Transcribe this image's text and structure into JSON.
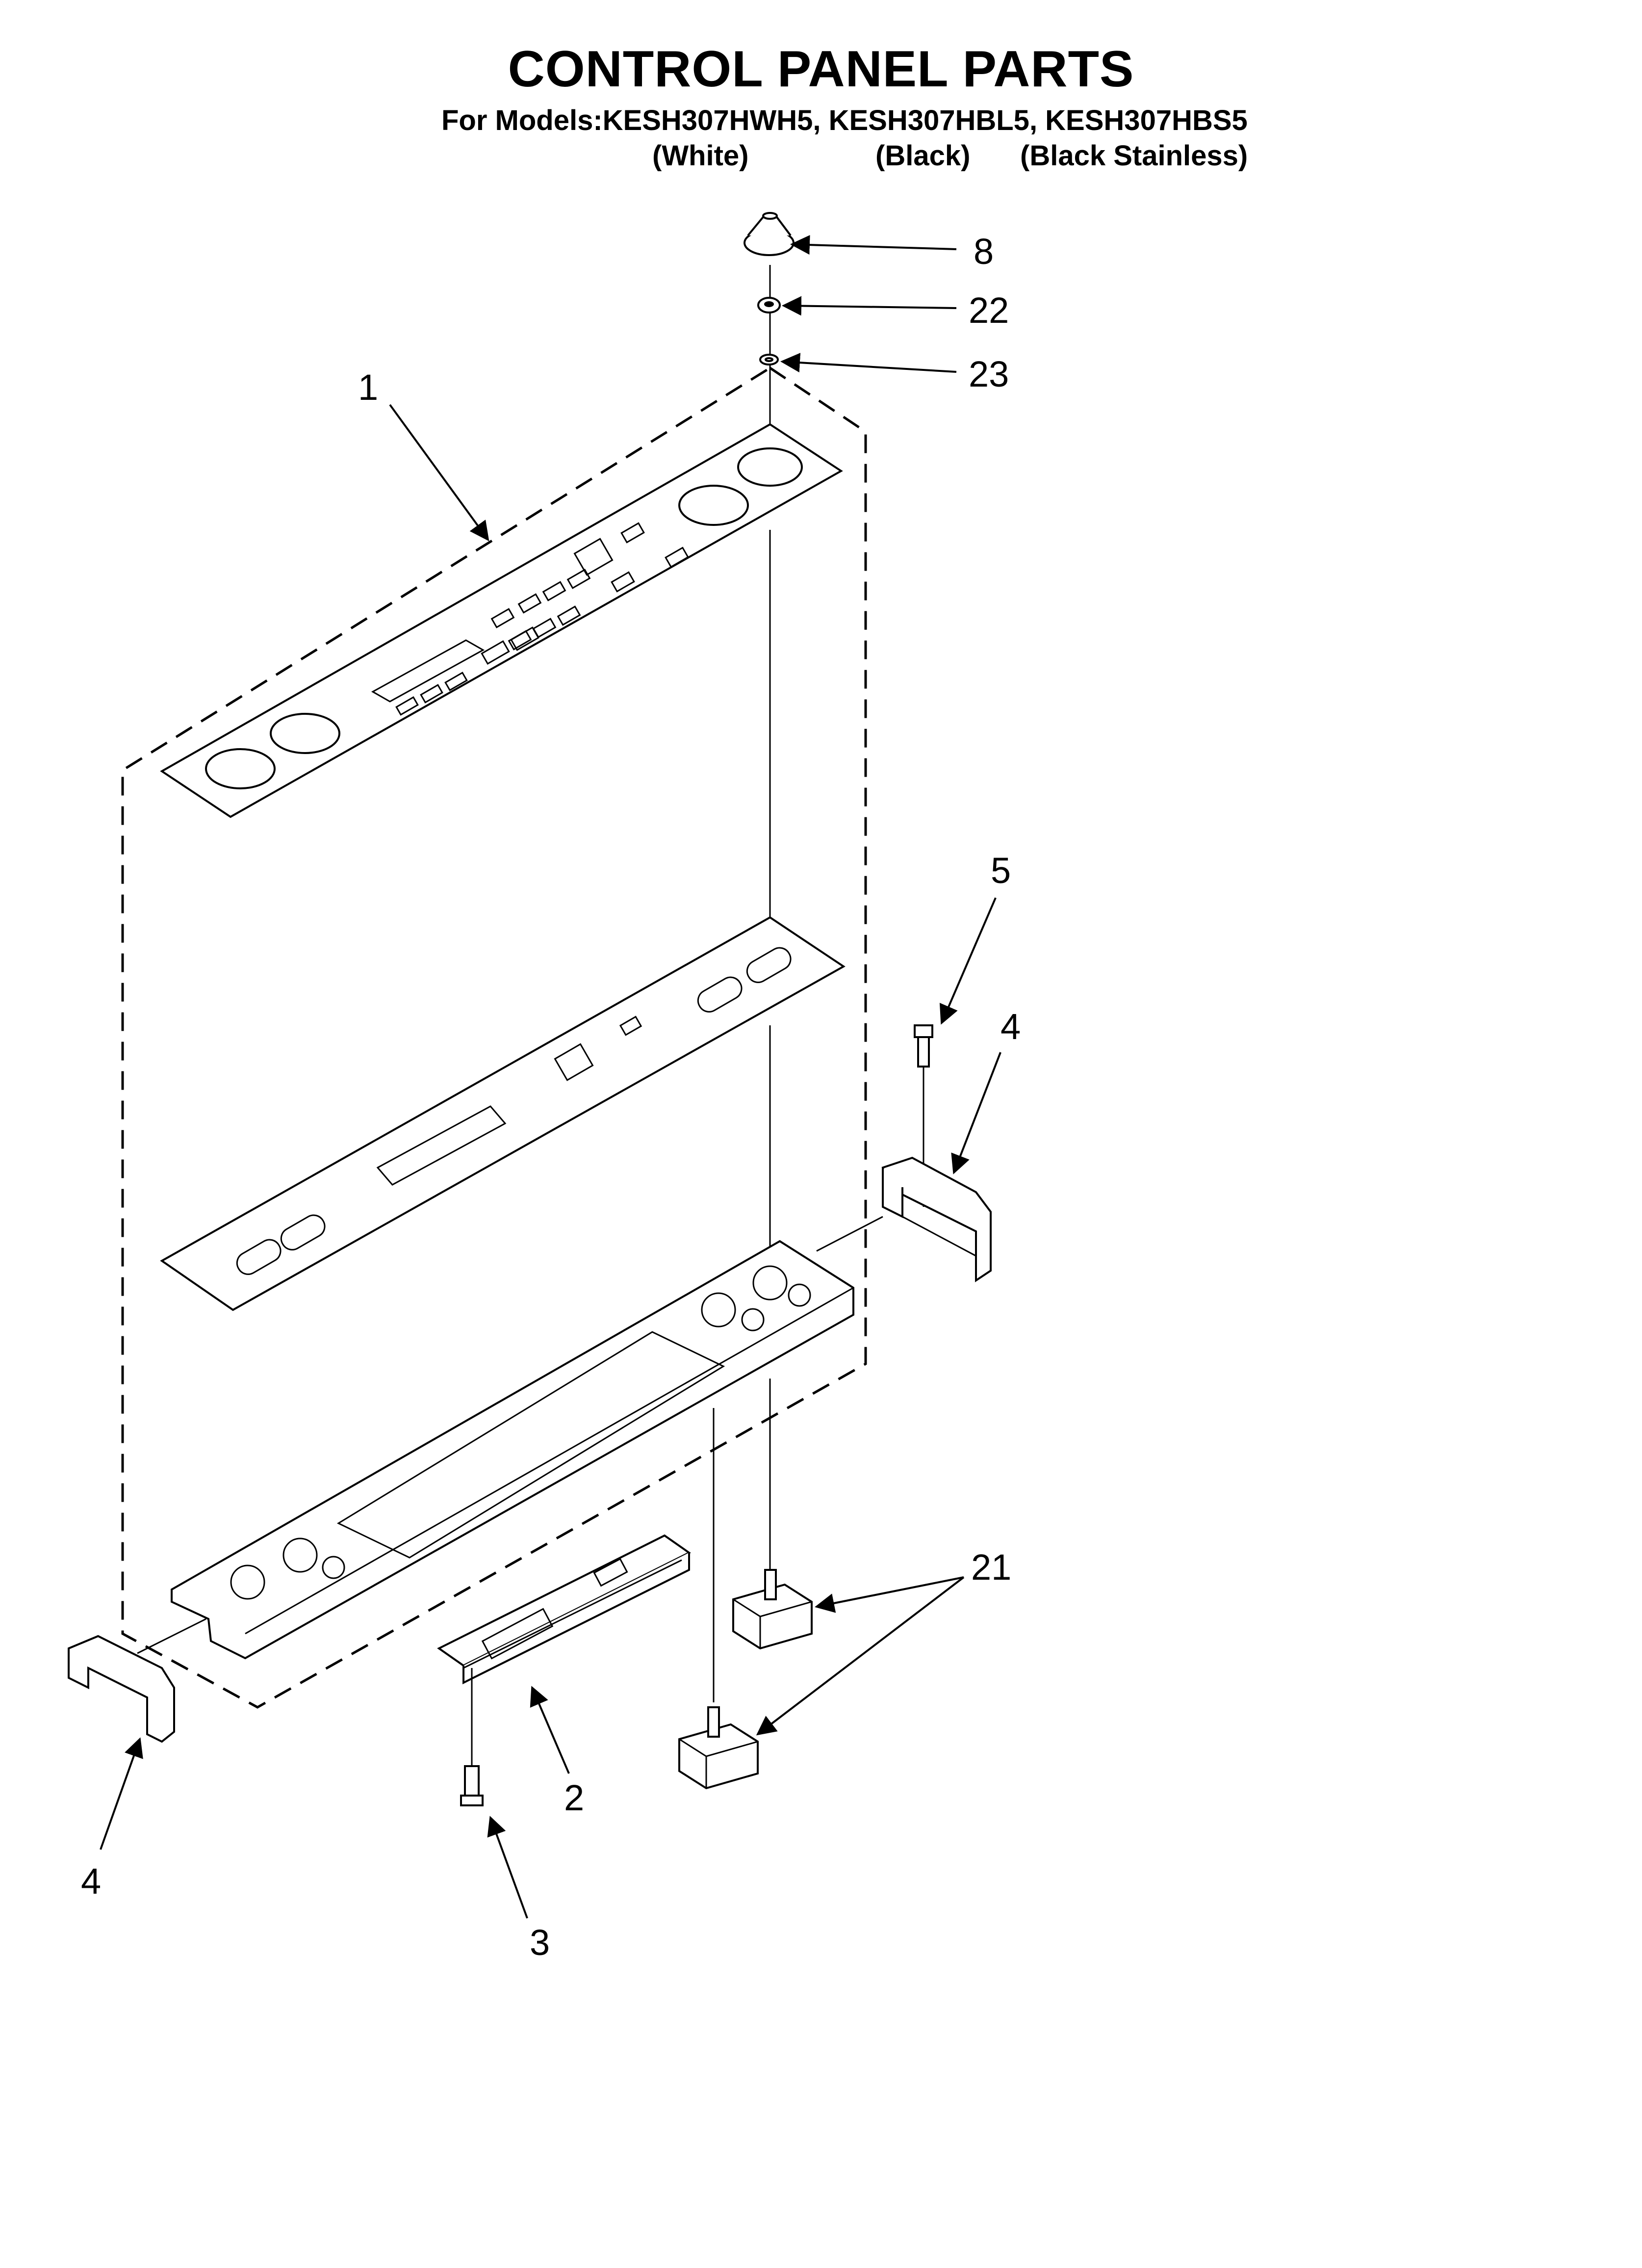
{
  "title": "CONTROL PANEL PARTS",
  "models_line": "For Models:KESH307HWH5, KESH307HBL5, KESH307HBS5",
  "variants": [
    "(White)",
    "(Black)",
    "(Black Stainless)"
  ],
  "callouts": {
    "c8": "8",
    "c22": "22",
    "c23": "23",
    "c1": "1",
    "c5": "5",
    "c4_right": "4",
    "c21": "21",
    "c2": "2",
    "c4_left": "4",
    "c3": "3"
  }
}
